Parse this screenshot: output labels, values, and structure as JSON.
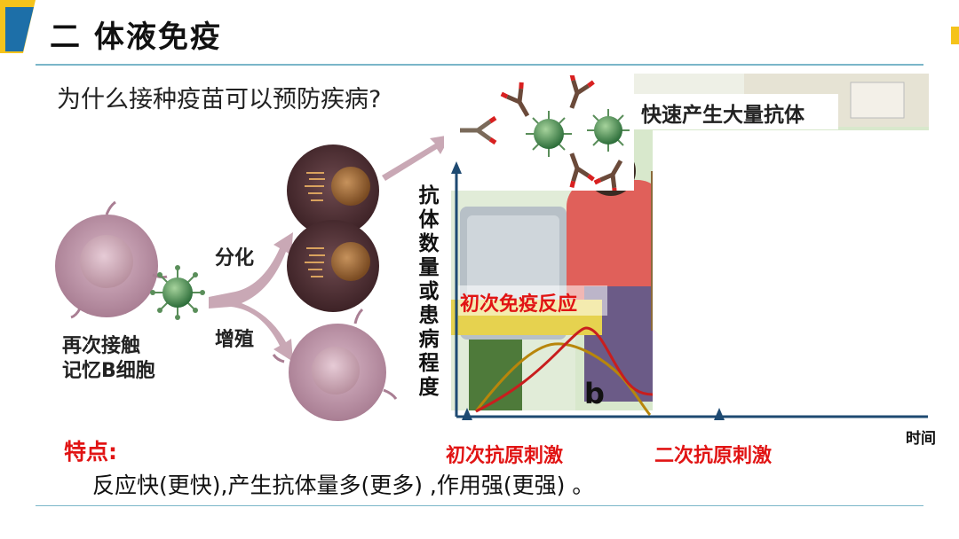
{
  "slide": {
    "title": "二 体液免疫",
    "question": "为什么接种疫苗可以预防疾病?",
    "labels": {
      "memory_cell_line1": "再次接触",
      "memory_cell_line2": "记忆B细胞",
      "differentiate": "分化",
      "proliferate": "增殖"
    },
    "chart": {
      "ylabel": "抗体数量或患病程度",
      "xlabel": "时间",
      "primary_response": "初次免疫反应",
      "curve_label": "b",
      "first_stimulus": "初次抗原刺激",
      "second_stimulus": "二次抗原刺激",
      "callout": "快速产生大量抗体"
    },
    "features": {
      "heading": "特点:",
      "text": "反应快(更快),产生抗体量多(更多) ,作用强(更强) 。"
    },
    "colors": {
      "accent_blue": "#1d6fa8",
      "accent_yellow": "#f5c31b",
      "rule": "#7bb6c9",
      "highlight_red": "#e11414",
      "curve_red": "#c81e1e",
      "curve_brown": "#b8860b"
    }
  }
}
